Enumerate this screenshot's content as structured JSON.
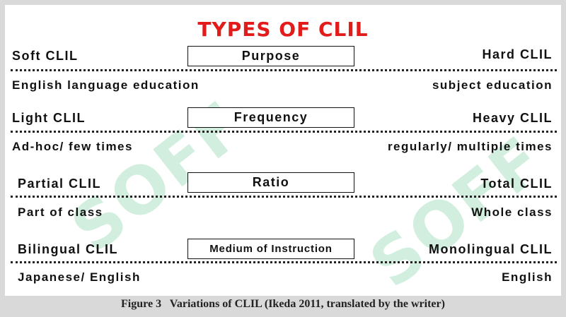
{
  "title": "TYPES OF CLIL",
  "watermark": "SOFF",
  "rows": [
    {
      "left": "Soft CLIL",
      "criterion": "Purpose",
      "right": "Hard CLIL",
      "left_sub": "English language education",
      "right_sub": "subject education"
    },
    {
      "left": "Light CLIL",
      "criterion": "Frequency",
      "right": "Heavy CLIL",
      "left_sub": "Ad-hoc/ few times",
      "right_sub": "regularly/ multiple times"
    },
    {
      "left": "Partial CLIL",
      "criterion": "Ratio",
      "right": "Total CLIL",
      "left_sub": "Part of class",
      "right_sub": "Whole class"
    },
    {
      "left": "Bilingual CLIL",
      "criterion": "Medium of Instruction",
      "right": "Monolingual CLIL",
      "left_sub": "Japanese/ English",
      "right_sub": "English"
    }
  ],
  "caption": "Figure 3   Variations of CLIL (Ikeda 2011, translated by the writer)",
  "colors": {
    "title": "#e21b1b",
    "watermark": "#c9ecd9",
    "background": "#d9d9d9"
  }
}
